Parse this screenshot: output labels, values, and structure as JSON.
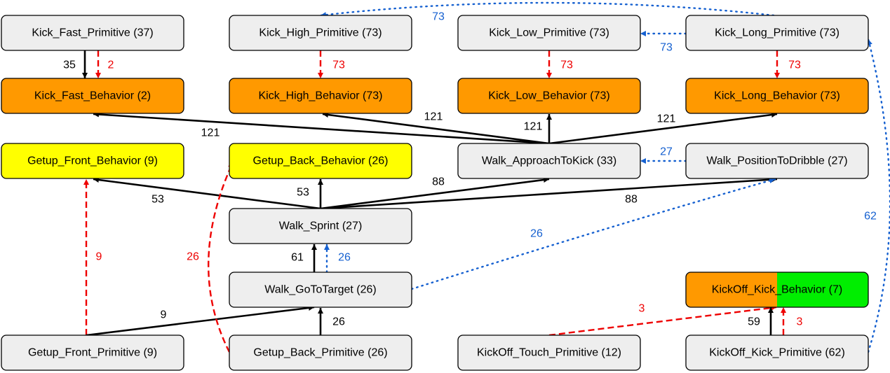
{
  "colors": {
    "primitive": "#eeeeee",
    "behavior_orange": "#ff9900",
    "getup_yellow": "#ffff00",
    "kickoff_green": "#00ee00",
    "edge_black": "#000000",
    "edge_red": "#ee0000",
    "edge_blue": "#1560d0"
  },
  "nodes": [
    {
      "id": "kick_fast_primitive",
      "label": "Kick_Fast_Primitive (37)",
      "fill": "primitive"
    },
    {
      "id": "kick_high_primitive",
      "label": "Kick_High_Primitive (73)",
      "fill": "primitive"
    },
    {
      "id": "kick_low_primitive",
      "label": "Kick_Low_Primitive (73)",
      "fill": "primitive"
    },
    {
      "id": "kick_long_primitive",
      "label": "Kick_Long_Primitive (73)",
      "fill": "primitive"
    },
    {
      "id": "kick_fast_behavior",
      "label": "Kick_Fast_Behavior (2)",
      "fill": "behavior_orange"
    },
    {
      "id": "kick_high_behavior",
      "label": "Kick_High_Behavior (73)",
      "fill": "behavior_orange"
    },
    {
      "id": "kick_low_behavior",
      "label": "Kick_Low_Behavior (73)",
      "fill": "behavior_orange"
    },
    {
      "id": "kick_long_behavior",
      "label": "Kick_Long_Behavior (73)",
      "fill": "behavior_orange"
    },
    {
      "id": "getup_front_behavior",
      "label": "Getup_Front_Behavior (9)",
      "fill": "getup_yellow"
    },
    {
      "id": "getup_back_behavior",
      "label": "Getup_Back_Behavior (26)",
      "fill": "getup_yellow"
    },
    {
      "id": "walk_approachtokick",
      "label": "Walk_ApproachToKick (33)",
      "fill": "primitive"
    },
    {
      "id": "walk_positiontodribble",
      "label": "Walk_PositionToDribble (27)",
      "fill": "primitive"
    },
    {
      "id": "walk_sprint",
      "label": "Walk_Sprint (27)",
      "fill": "primitive"
    },
    {
      "id": "walk_gototarget",
      "label": "Walk_GoToTarget (26)",
      "fill": "primitive"
    },
    {
      "id": "kickoff_kick_behavior",
      "label": "KickOff_Kick_Behavior (7)",
      "fill": "split"
    },
    {
      "id": "getup_front_primitive",
      "label": "Getup_Front_Primitive (9)",
      "fill": "primitive"
    },
    {
      "id": "getup_back_primitive",
      "label": "Getup_Back_Primitive (26)",
      "fill": "primitive"
    },
    {
      "id": "kickoff_touch_primitive",
      "label": "KickOff_Touch_Primitive (12)",
      "fill": "primitive"
    },
    {
      "id": "kickoff_kick_primitive",
      "label": "KickOff_Kick_Primitive (62)",
      "fill": "primitive"
    }
  ],
  "edges": [
    {
      "id": "fast-prim-behav-black",
      "source": "kick_fast_primitive",
      "target": "kick_fast_behavior",
      "label": "35",
      "style": "solid",
      "color": "edge_black"
    },
    {
      "id": "fast-prim-behav-red",
      "source": "kick_fast_primitive",
      "target": "kick_fast_behavior",
      "label": "2",
      "style": "dashed",
      "color": "edge_red"
    },
    {
      "id": "high-prim-behav-red",
      "source": "kick_high_primitive",
      "target": "kick_high_behavior",
      "label": "73",
      "style": "dashed",
      "color": "edge_red"
    },
    {
      "id": "low-prim-behav-red",
      "source": "kick_low_primitive",
      "target": "kick_low_behavior",
      "label": "73",
      "style": "dashed",
      "color": "edge_red"
    },
    {
      "id": "long-prim-behav-red",
      "source": "kick_long_primitive",
      "target": "kick_long_behavior",
      "label": "73",
      "style": "dashed",
      "color": "edge_red"
    },
    {
      "id": "long-prim-high-prim-blue",
      "source": "kick_long_primitive",
      "target": "kick_high_primitive",
      "label": "73",
      "style": "dotted",
      "color": "edge_blue"
    },
    {
      "id": "long-prim-low-prim-blue",
      "source": "kick_long_primitive",
      "target": "kick_low_primitive",
      "label": "73",
      "style": "dotted",
      "color": "edge_blue"
    },
    {
      "id": "approach-fast-behav",
      "source": "walk_approachtokick",
      "target": "kick_fast_behavior",
      "label": "121",
      "style": "solid",
      "color": "edge_black"
    },
    {
      "id": "approach-high-behav",
      "source": "walk_approachtokick",
      "target": "kick_high_behavior",
      "label": "121",
      "style": "solid",
      "color": "edge_black"
    },
    {
      "id": "approach-low-behav",
      "source": "walk_approachtokick",
      "target": "kick_low_behavior",
      "label": "121",
      "style": "solid",
      "color": "edge_black"
    },
    {
      "id": "approach-long-behav",
      "source": "walk_approachtokick",
      "target": "kick_long_behavior",
      "label": "121",
      "style": "solid",
      "color": "edge_black"
    },
    {
      "id": "dribble-approach-blue",
      "source": "walk_positiontodribble",
      "target": "walk_approachtokick",
      "label": "27",
      "style": "dotted",
      "color": "edge_blue"
    },
    {
      "id": "sprint-getup-front",
      "source": "walk_sprint",
      "target": "getup_front_behavior",
      "label": "53",
      "style": "solid",
      "color": "edge_black"
    },
    {
      "id": "sprint-getup-back",
      "source": "walk_sprint",
      "target": "getup_back_behavior",
      "label": "53",
      "style": "solid",
      "color": "edge_black"
    },
    {
      "id": "sprint-approach",
      "source": "walk_sprint",
      "target": "walk_approachtokick",
      "label": "88",
      "style": "solid",
      "color": "edge_black"
    },
    {
      "id": "sprint-dribble",
      "source": "walk_sprint",
      "target": "walk_positiontodribble",
      "label": "88",
      "style": "solid",
      "color": "edge_black"
    },
    {
      "id": "goto-sprint-black",
      "source": "walk_gototarget",
      "target": "walk_sprint",
      "label": "61",
      "style": "solid",
      "color": "edge_black"
    },
    {
      "id": "goto-sprint-blue",
      "source": "walk_gototarget",
      "target": "walk_sprint",
      "label": "26",
      "style": "dotted",
      "color": "edge_blue"
    },
    {
      "id": "goto-dribble-blue",
      "source": "walk_gototarget",
      "target": "walk_positiontodribble",
      "label": "26",
      "style": "dotted",
      "color": "edge_blue"
    },
    {
      "id": "getup-front-prim-behav-red",
      "source": "getup_front_primitive",
      "target": "getup_front_behavior",
      "label": "9",
      "style": "dashed",
      "color": "edge_red"
    },
    {
      "id": "getup-front-prim-goto",
      "source": "getup_front_primitive",
      "target": "walk_gototarget",
      "label": "9",
      "style": "solid",
      "color": "edge_black"
    },
    {
      "id": "getup-back-prim-behav-red",
      "source": "getup_back_primitive",
      "target": "getup_back_behavior",
      "label": "26",
      "style": "dashed",
      "color": "edge_red"
    },
    {
      "id": "getup-back-prim-goto",
      "source": "getup_back_primitive",
      "target": "walk_gototarget",
      "label": "26",
      "style": "solid",
      "color": "edge_black"
    },
    {
      "id": "touch-kickoff-behav-red",
      "source": "kickoff_touch_primitive",
      "target": "kickoff_kick_behavior",
      "label": "3",
      "style": "dashed",
      "color": "edge_red"
    },
    {
      "id": "kickoff-prim-behav-black",
      "source": "kickoff_kick_primitive",
      "target": "kickoff_kick_behavior",
      "label": "59",
      "style": "solid",
      "color": "edge_black"
    },
    {
      "id": "kickoff-prim-behav-red",
      "source": "kickoff_kick_primitive",
      "target": "kickoff_kick_behavior",
      "label": "3",
      "style": "dashed",
      "color": "edge_red"
    },
    {
      "id": "kickoff-prim-long-prim-blue",
      "source": "kickoff_kick_primitive",
      "target": "kick_long_primitive",
      "label": "62",
      "style": "dotted",
      "color": "edge_blue"
    }
  ]
}
